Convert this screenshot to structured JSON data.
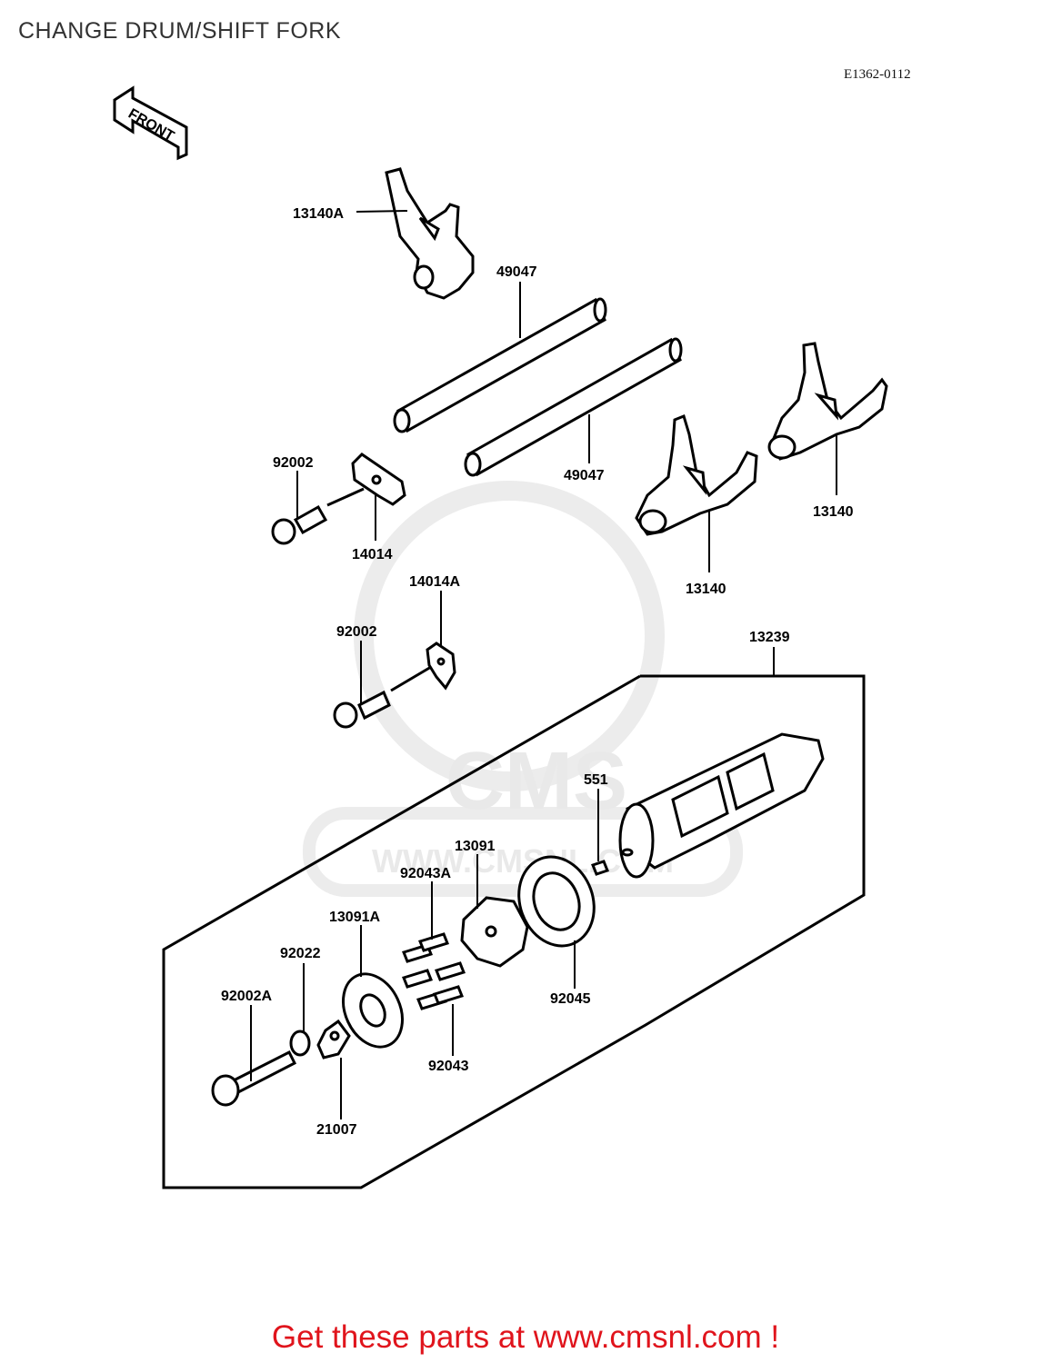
{
  "page": {
    "title": "CHANGE DRUM/SHIFT FORK",
    "diagram_id": "E1362-0112",
    "front_label": "FRONT",
    "promo_text": "Get these parts at www.cmsnl.com !"
  },
  "watermark": {
    "brand": "CMS",
    "url": "WWW.CMSNL.COM"
  },
  "callouts": {
    "p13140A": "13140A",
    "p49047_top": "49047",
    "p49047_bottom": "49047",
    "p92002_a": "92002",
    "p14014": "14014",
    "p13140_left": "13140",
    "p13140_right": "13140",
    "p14014A": "14014A",
    "p92002_b": "92002",
    "p13239": "13239",
    "p551": "551",
    "p13091": "13091",
    "p92043A": "92043A",
    "p13091A": "13091A",
    "p92022": "92022",
    "p92002A": "92002A",
    "p92045": "92045",
    "p92043": "92043",
    "p21007": "21007"
  },
  "colors": {
    "promo": "#e0141c",
    "title": "#333333",
    "line": "#000000",
    "watermark": "#e9e9e9"
  }
}
